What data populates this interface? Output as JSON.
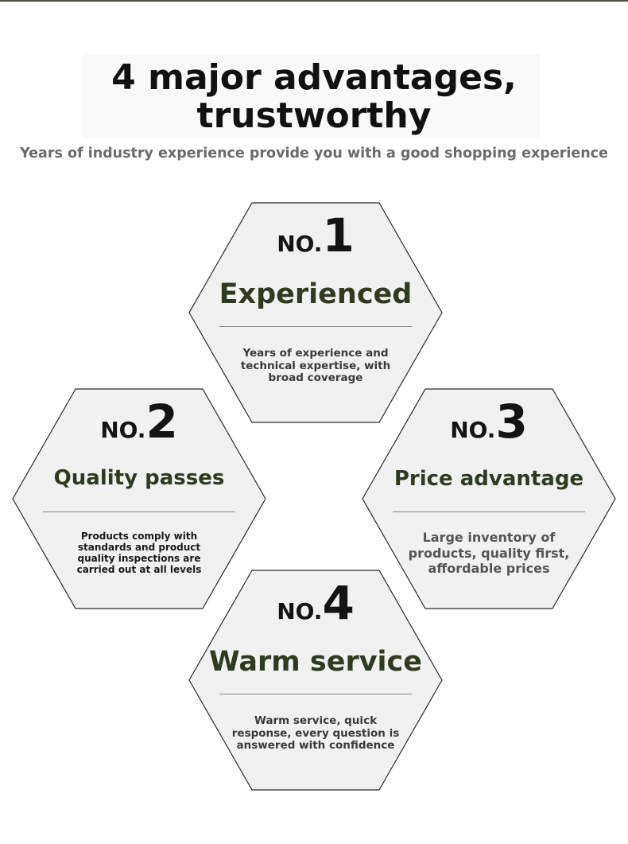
{
  "header": {
    "title": "4 major advantages,\ntrustworthy",
    "subtitle": "Years of industry experience provide you with a good shopping experience"
  },
  "colors": {
    "heading_green": "#2f3b20",
    "hex_fill": "#f1f1f1",
    "hex_stroke": "#2a2a2a",
    "subtitle_gray": "#6b6b6b",
    "top_rule": "#4a5140"
  },
  "advantages": [
    {
      "prefix": "NO.",
      "number": "1",
      "heading": "Experienced",
      "description": "Years of experience and\ntechnical expertise, with\nbroad coverage"
    },
    {
      "prefix": "NO.",
      "number": "2",
      "heading": "Quality passes",
      "description": "Products comply with\nstandards and product\nquality inspections are\ncarried out at all levels"
    },
    {
      "prefix": "NO.",
      "number": "3",
      "heading": "Price advantage",
      "description": "Large inventory of\nproducts, quality first,\naffordable prices"
    },
    {
      "prefix": "NO.",
      "number": "4",
      "heading": "Warm service",
      "description": "Warm service, quick\nresponse, every question is\nanswered with confidence"
    }
  ]
}
